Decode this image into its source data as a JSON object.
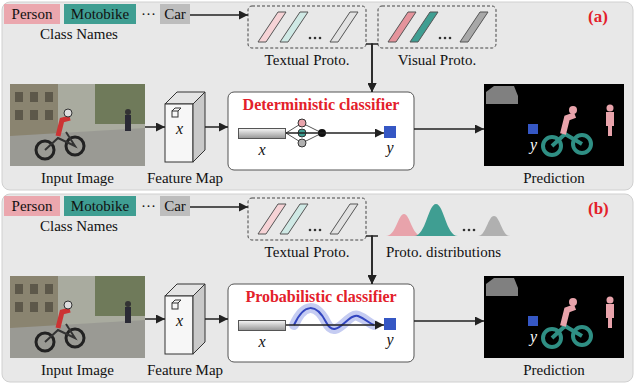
{
  "diagram": {
    "nodes": [
      {
        "text": [
          "(a)"
        ]
      },
      {
        "text": [
          "Person"
        ],
        "in": 0
      },
      {
        "text": [
          "Motobike"
        ],
        "in": 0
      },
      {
        "text": [
          "Car"
        ],
        "in": 0
      },
      {
        "text": [
          "Textual Proto."
        ],
        "in": 0
      },
      {
        "text": [
          "Visual Proto."
        ],
        "in": 0
      },
      {
        "text": [
          "Input Image"
        ],
        "in": 0
      },
      {
        "text": [
          "x",
          "Feature Map"
        ],
        "in": 0
      },
      {
        "text": [
          "Deterministic classifier"
        ],
        "in": 0
      },
      {
        "text": [
          "x"
        ],
        "in": 8
      },
      {
        "text": [
          "y"
        ],
        "in": 8
      },
      {
        "text": [
          "y",
          "Prediction"
        ],
        "in": 0
      },
      {
        "text": [
          "(b)"
        ]
      },
      {
        "text": [
          "Person"
        ],
        "in": 12
      },
      {
        "text": [
          "Motobike"
        ],
        "in": 12
      },
      {
        "text": [
          "Car"
        ],
        "in": 12
      },
      {
        "text": [
          "Textual Proto."
        ],
        "in": 12
      },
      {
        "text": [
          "Proto. distributions"
        ],
        "in": 12
      },
      {
        "text": [
          "Input Image"
        ],
        "in": 12
      },
      {
        "text": [
          "x",
          "Feature Map"
        ],
        "in": 12
      },
      {
        "text": [
          "Probabilistic classifier"
        ],
        "in": 12
      },
      {
        "text": [
          "x"
        ],
        "in": 20
      },
      {
        "text": [
          "y"
        ],
        "in": 20
      },
      {
        "text": [
          "y",
          "Prediction"
        ],
        "in": 12
      }
    ],
    "edges": [
      {
        "from": 3,
        "to": 4,
        "arrow": "to"
      },
      {
        "from": 4,
        "to": 8,
        "arrow": "to"
      },
      {
        "from": 5,
        "to": 8,
        "arrow": "to"
      },
      {
        "from": 6,
        "to": 7,
        "arrow": "to"
      },
      {
        "from": 7,
        "to": 8,
        "arrow": "to"
      },
      {
        "from": 9,
        "to": 10,
        "arrow": "to"
      },
      {
        "from": 8,
        "to": 11,
        "arrow": "to"
      },
      {
        "from": 15,
        "to": 16,
        "arrow": "to"
      },
      {
        "from": 16,
        "to": 20,
        "arrow": "to"
      },
      {
        "from": 17,
        "to": 20,
        "arrow": "to"
      },
      {
        "from": 18,
        "to": 19,
        "arrow": "to"
      },
      {
        "from": 19,
        "to": 20,
        "arrow": "to"
      },
      {
        "from": 21,
        "to": 22,
        "arrow": "to"
      },
      {
        "from": 20,
        "to": 23,
        "arrow": "to"
      }
    ],
    "labels": [
      "···",
      "Class Names",
      "···",
      "Class Names"
    ]
  }
}
